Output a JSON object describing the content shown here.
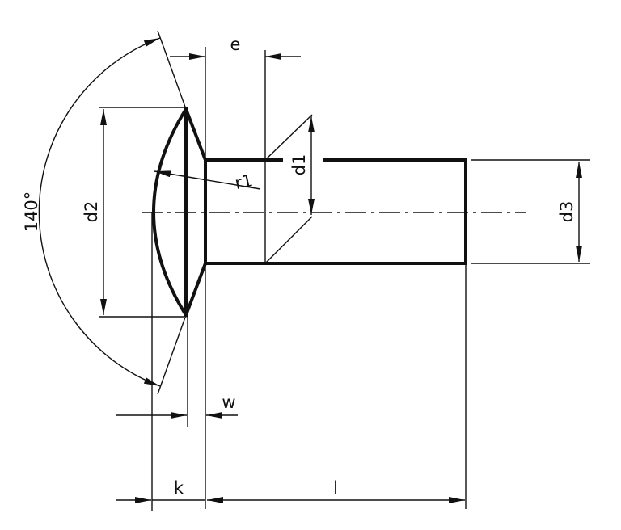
{
  "labels": {
    "e": "e",
    "d1": "d1",
    "r1": "r1",
    "d2": "d2",
    "d3": "d3",
    "angle": "140°",
    "w": "w",
    "k": "k",
    "l": "l"
  }
}
